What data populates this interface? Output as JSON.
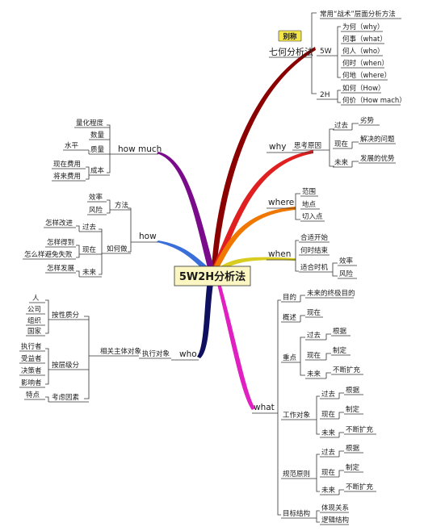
{
  "center": "5W2H分析法",
  "top": {
    "label": "七何分析法",
    "badge": "别称",
    "method": "常用“战术”层面分析方法",
    "w5": {
      "label": "5W",
      "items": [
        "为何（why）",
        "何事（what）",
        "何人（who）",
        "何时（when）",
        "何地（where）"
      ]
    },
    "h2": {
      "label": "2H",
      "items": [
        "如何（How）",
        "何价（How mach）"
      ]
    }
  },
  "why": {
    "label": "why",
    "reason": "思考原因",
    "rows": [
      {
        "time": "过去",
        "value": "劣势"
      },
      {
        "time": "现在",
        "value": "解决的问题"
      },
      {
        "time": "未来",
        "value": "发展的优势"
      }
    ]
  },
  "where": {
    "label": "where",
    "items": [
      "范围",
      "地点",
      "切入点"
    ]
  },
  "when": {
    "label": "when",
    "items": [
      "合适开始",
      "何时结束",
      "适合时机"
    ],
    "timing": [
      "效率",
      "风险"
    ]
  },
  "howmuch": {
    "label": "how much",
    "items": [
      "量化程度",
      "数量",
      "质量",
      "成本"
    ],
    "quality_sub": "水平",
    "cost_subs": [
      "现在费用",
      "将来费用"
    ]
  },
  "how": {
    "label": "how",
    "method": "方法",
    "method_subs": [
      "效率",
      "风险"
    ],
    "howto": "如何做",
    "past": "过去",
    "past_sub": "怎样改进",
    "now": "现在",
    "now_subs": [
      "怎样得到",
      "怎么样避免失败"
    ],
    "future": "未来",
    "future_sub": "怎样发展"
  },
  "who": {
    "label": "who",
    "target": "执行对象",
    "subject": "相关主体对象",
    "by_nature": "按性质分",
    "nature_items": [
      "人",
      "公司",
      "组织",
      "国家"
    ],
    "by_level": "按层级分",
    "level_items": [
      "执行者",
      "受益者",
      "决策者",
      "影响者"
    ],
    "factors": "考虑因素",
    "factor_item": "特点"
  },
  "what": {
    "label": "what",
    "goal": "目的",
    "goal_sub": "未来的终极目的",
    "overview": "概述",
    "overview_sub": "现在",
    "focus": "重点",
    "focus_rows": [
      {
        "time": "过去",
        "value": "根据"
      },
      {
        "time": "现在",
        "value": "制定"
      },
      {
        "time": "未来",
        "value": "不断扩充"
      }
    ],
    "work": "工作对象",
    "work_rows": [
      {
        "time": "过去",
        "value": "根据"
      },
      {
        "time": "现在",
        "value": "制定"
      },
      {
        "time": "未来",
        "value": "不断扩充"
      }
    ],
    "rules": "规范原则",
    "rules_rows": [
      {
        "time": "过去",
        "value": "根据"
      },
      {
        "time": "现在",
        "value": "制定"
      },
      {
        "time": "未来",
        "value": "不断扩充"
      }
    ],
    "structure": "目标结构",
    "structure_subs": [
      "体现关系",
      "逻辑结构"
    ]
  }
}
